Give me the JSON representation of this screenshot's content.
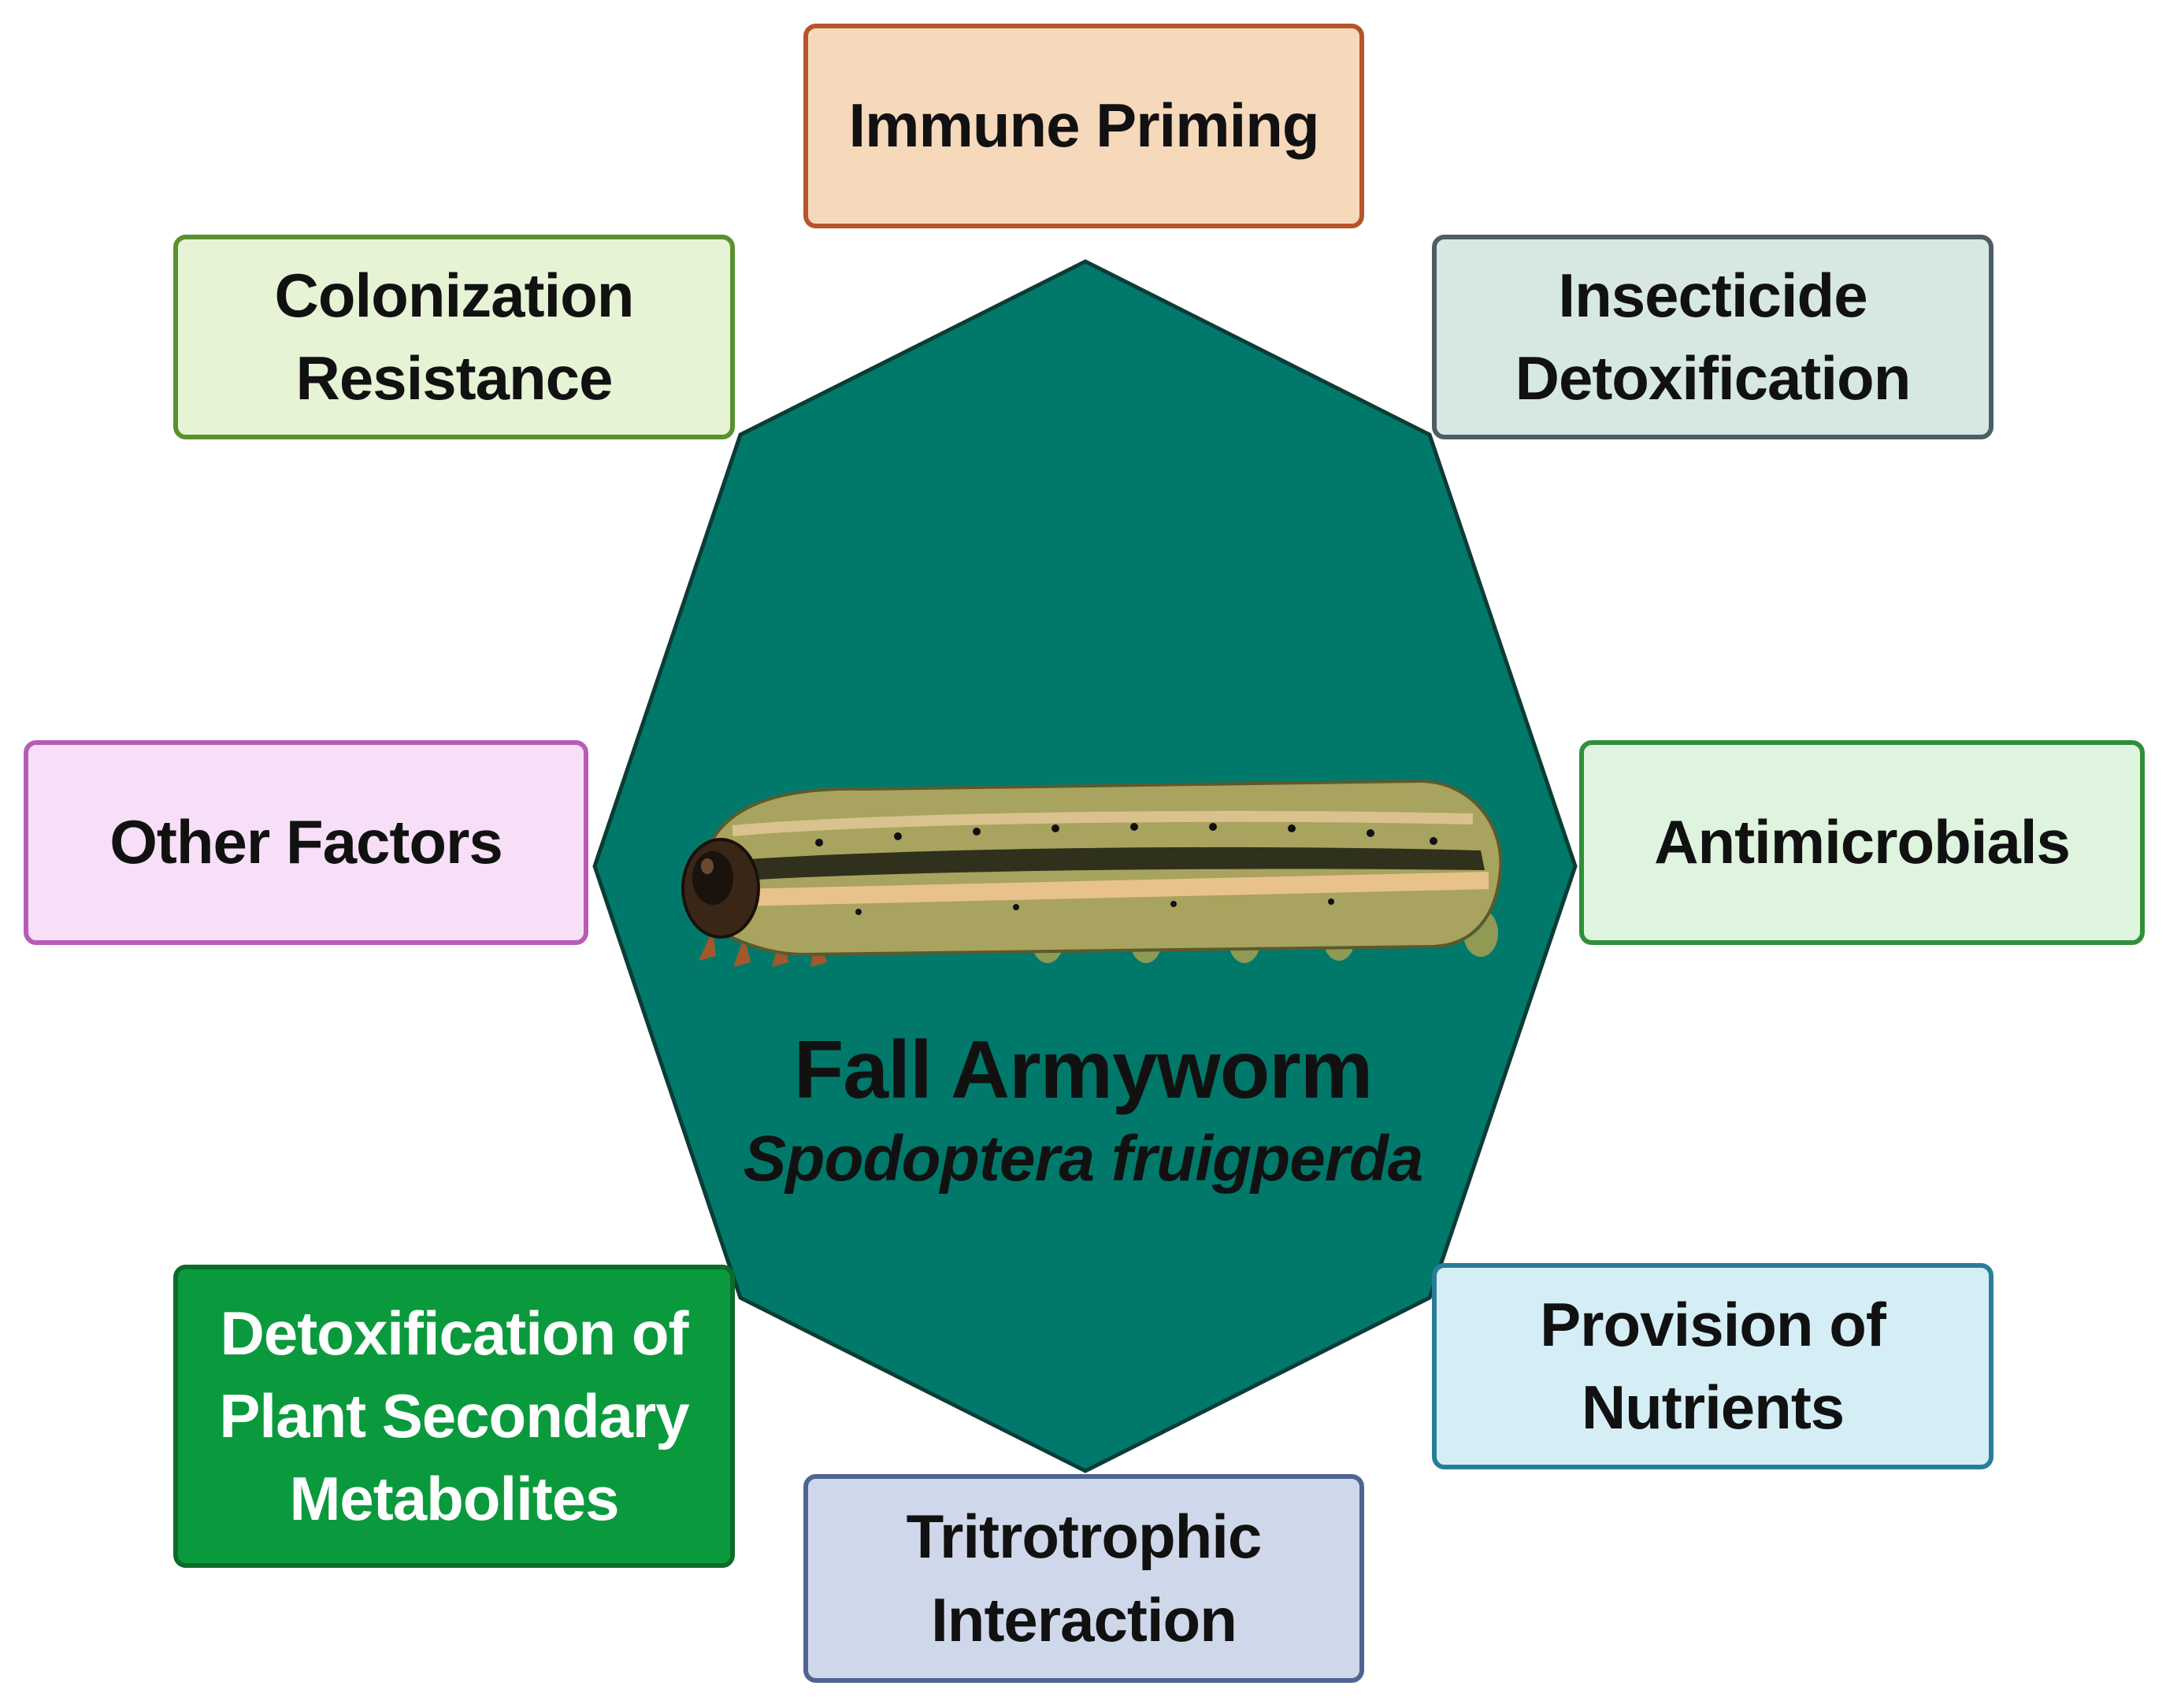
{
  "diagram": {
    "center": {
      "title": "Fall Armyworm",
      "subtitle": "Spodoptera fruigperda",
      "octagon_color": "#00796b",
      "illustration": "caterpillar-image"
    },
    "boxes": {
      "immune_priming": {
        "line1": "Immune Priming",
        "fill": "#f6d8bb",
        "border": "#b5552a"
      },
      "colonization_resistance": {
        "line1": "Colonization",
        "line2": "Resistance",
        "fill": "#e6f3d5",
        "border": "#58912e"
      },
      "insecticide_detoxification": {
        "line1": "Insecticide",
        "line2": "Detoxification",
        "fill": "#d7e7e4",
        "border": "#4c5e63"
      },
      "other_factors": {
        "line1": "Other Factors",
        "fill": "#f7dff7",
        "border": "#b65cb6"
      },
      "antimicrobials": {
        "line1": "Antimicrobials",
        "fill": "#dff4de",
        "border": "#2f8f3a"
      },
      "detoxification_psm": {
        "line1": "Detoxification of",
        "line2": "Plant Secondary",
        "line3": "Metabolites",
        "fill": "#0a9a3d",
        "border": "#0b6b2a",
        "text_color": "#ffffff"
      },
      "provision_of_nutrients": {
        "line1": "Provision of",
        "line2": "Nutrients",
        "fill": "#d5eef6",
        "border": "#2a7d9a"
      },
      "tritrotrophic_interaction": {
        "line1": "Tritrotrophic",
        "line2": "Interaction",
        "fill": "#cfd8ea",
        "border": "#4f6491"
      }
    }
  }
}
